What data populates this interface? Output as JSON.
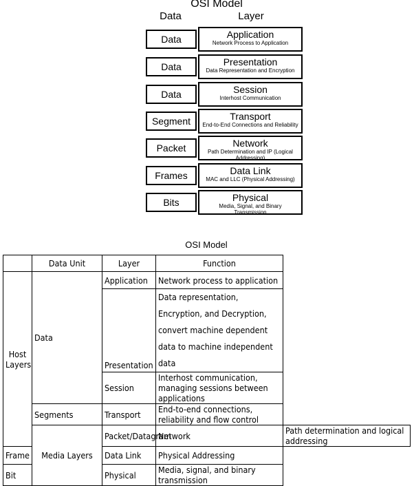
{
  "diagram": {
    "title": "OSI Model",
    "header_data": "Data",
    "header_layer": "Layer",
    "rows": [
      {
        "unit": "Data",
        "layer": "Application",
        "desc": "Network Process to Application"
      },
      {
        "unit": "Data",
        "layer": "Presentation",
        "desc": "Data Representation and Encryption"
      },
      {
        "unit": "Data",
        "layer": "Session",
        "desc": "Interhost Communication"
      },
      {
        "unit": "Segment",
        "layer": "Transport",
        "desc": "End-to-End Connections and Reliability"
      },
      {
        "unit": "Packet",
        "layer": "Network",
        "desc": "Path Determination and IP (Logical Addressing)"
      },
      {
        "unit": "Frames",
        "layer": "Data Link",
        "desc": "MAC and LLC (Physical Addressing)"
      },
      {
        "unit": "Bits",
        "layer": "Physical",
        "desc": "Media, Signal, and Binary Transmission"
      }
    ]
  },
  "table": {
    "title": "OSI Model",
    "headers": {
      "group": "",
      "unit": "Data Unit",
      "layer": "Layer",
      "function": "Function"
    },
    "groups": {
      "host": "Host Layers",
      "media": "Media Layers"
    },
    "units": {
      "data": "Data",
      "segments": "Segments",
      "packet": "Packet/Datagram",
      "frame": "Frame",
      "bit": "Bit"
    },
    "rows": [
      {
        "layer": "Application",
        "function": "Network process to application"
      },
      {
        "layer": "Presentation",
        "function": "Data representation, Encryption, and Decryption, convert machine dependent data to machine independent data"
      },
      {
        "layer": "Session",
        "function": "Interhost communication, managing sessions between applications"
      },
      {
        "layer": "Transport",
        "function": "End-to-end connections, reliability and flow control"
      },
      {
        "layer": "Network",
        "function": "Path determination and logical addressing"
      },
      {
        "layer": "Data Link",
        "function": "Physical Addressing"
      },
      {
        "layer": "Physical",
        "function": "Media, signal, and binary transmission"
      }
    ]
  }
}
